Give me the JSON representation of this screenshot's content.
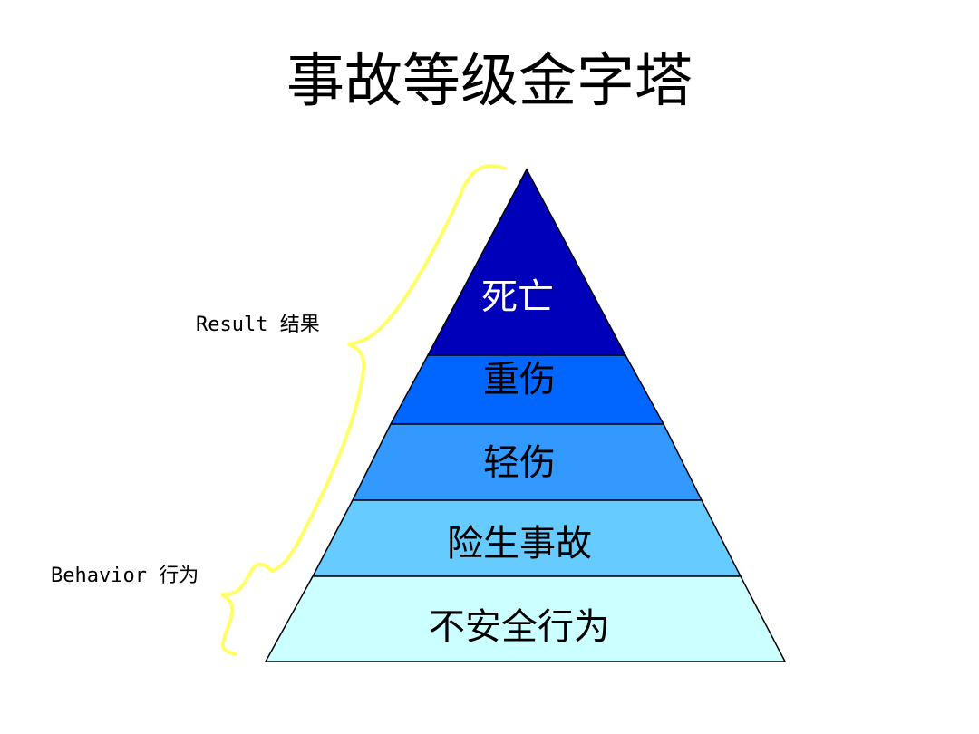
{
  "title": "事故等级金字塔",
  "labels": {
    "result": "Result 结果",
    "behavior": "Behavior 行为"
  },
  "tiers": [
    {
      "label": "死亡",
      "fill": "#0000bb",
      "text_color": "#ffffff"
    },
    {
      "label": "重伤",
      "fill": "#0066ff",
      "text_color": "#000000"
    },
    {
      "label": "轻伤",
      "fill": "#3399ff",
      "text_color": "#000000"
    },
    {
      "label": "险生事故",
      "fill": "#66ccff",
      "text_color": "#000000"
    },
    {
      "label": "不安全行为",
      "fill": "#ccffff",
      "text_color": "#000000"
    }
  ],
  "colors": {
    "brace": "#ffff66",
    "outline": "#000000"
  }
}
